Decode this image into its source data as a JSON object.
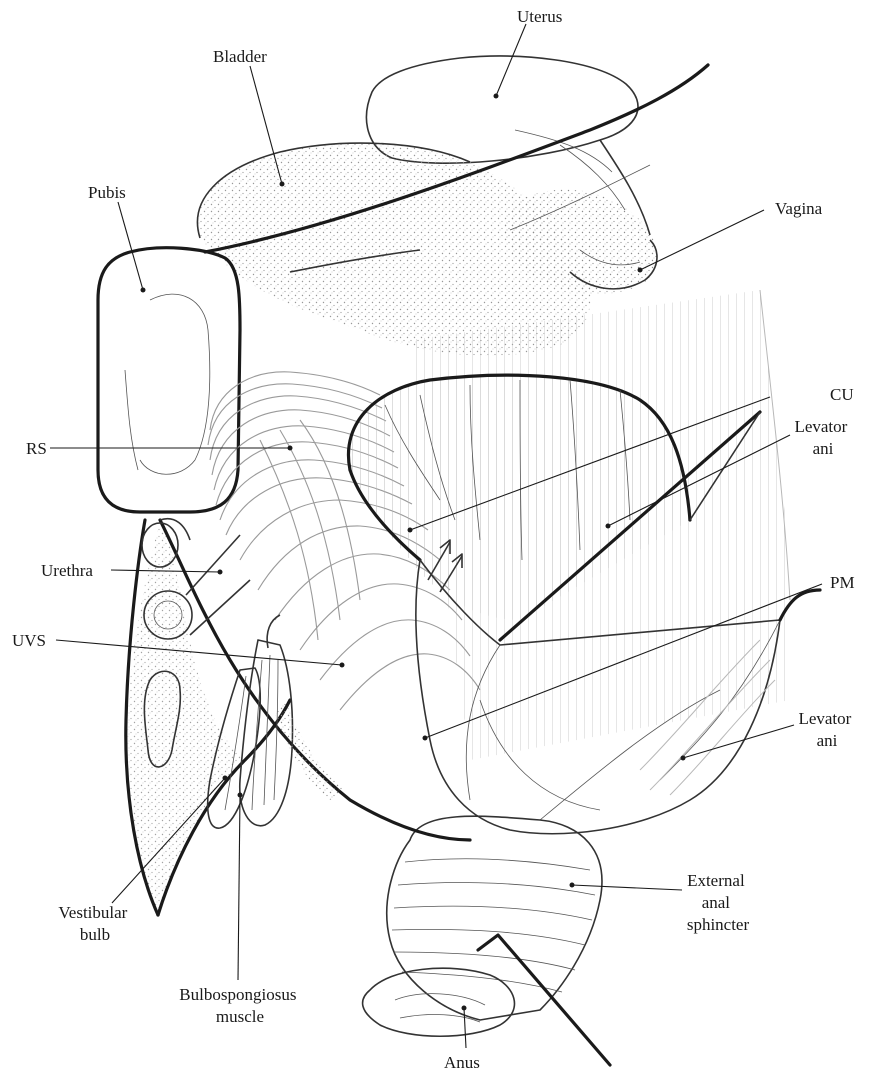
{
  "labels": {
    "uterus": "Uterus",
    "bladder": "Bladder",
    "pubis": "Pubis",
    "vagina": "Vagina",
    "cu": "CU",
    "levator_ani_1": [
      "Levator",
      "ani"
    ],
    "rs": "RS",
    "urethra": "Urethra",
    "pm": "PM",
    "uvs": "UVS",
    "levator_ani_2": [
      "Levator",
      "ani"
    ],
    "external_anal_sphincter": [
      "External",
      "anal",
      "sphincter"
    ],
    "vestibular_bulb": [
      "Vestibular",
      "bulb"
    ],
    "bulbospongiosus_muscle": [
      "Bulbospongiosus",
      "muscle"
    ],
    "anus": "Anus"
  },
  "colors": {
    "outline": "#1a1a1a",
    "stipple": "#8c8c8c",
    "muscle_fiber": "#9a9a9a"
  }
}
